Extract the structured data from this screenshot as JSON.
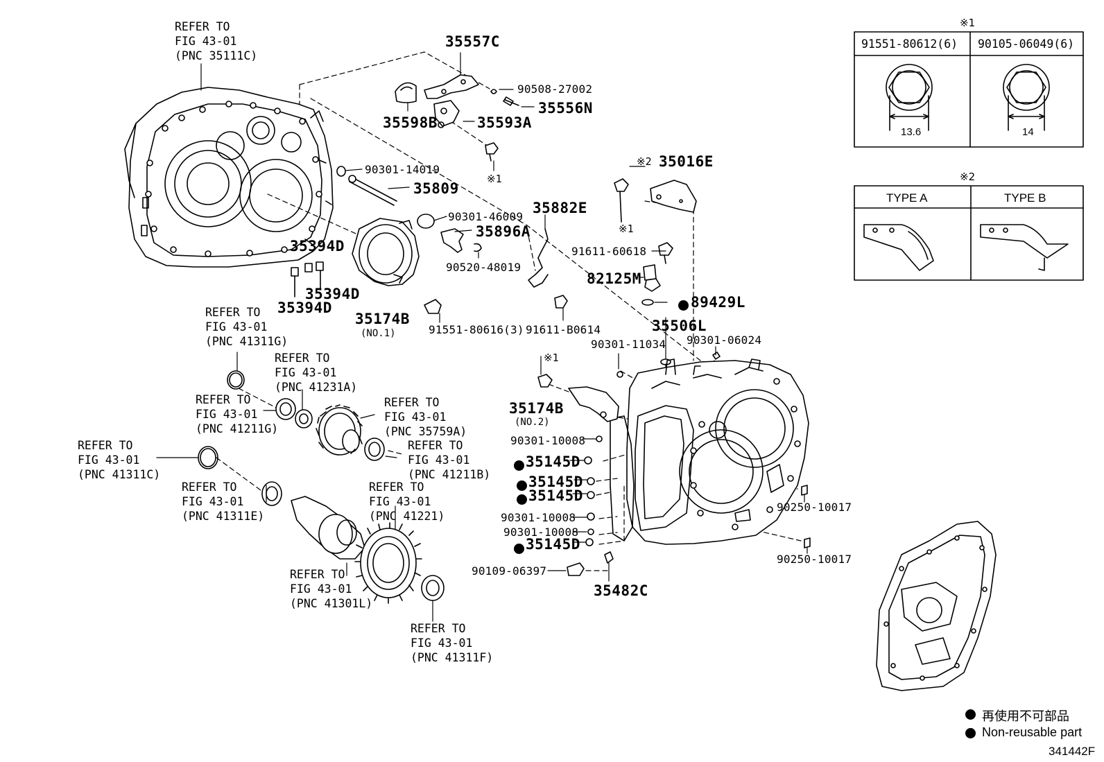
{
  "parts": {
    "p35557C": "35557C",
    "p90508": "90508-27002",
    "p35556N": "35556N",
    "p35598B": "35598B",
    "p35593A": "35593A",
    "mark1a": "※1",
    "p90301_14019": "90301-14019",
    "p35809": "35809",
    "p90301_46009": "90301-46009",
    "p35896A": "35896A",
    "p90520": "90520-48019",
    "p35882E": "35882E",
    "mark2_35016E": "※2",
    "p35016E": "35016E",
    "mark1b": "※1",
    "p91611_60618": "91611-60618",
    "p82125M": "82125M",
    "p89429L": "89429L",
    "p35394D_a": "35394D",
    "p35394D_b": "35394D",
    "p35394D_c": "35394D",
    "p35174B": "35174B",
    "p35174B_no1": "(NO.1)",
    "p91551_80616": "91551-80616(3)",
    "p91611_B0614": "91611-B0614",
    "p35506L": "35506L",
    "p90301_11034": "90301-11034",
    "p90301_06024": "90301-06024",
    "mark1c": "※1",
    "p35174B2": "35174B",
    "p35174B_no2": "(NO.2)",
    "p90301_10008_a": "90301-10008",
    "p35145D_a": "35145D",
    "p35145D_b": "35145D",
    "p35145D_c": "35145D",
    "p90301_10008_b": "90301-10008",
    "p90301_10008_c": "90301-10008",
    "p35145D_d": "35145D",
    "p90109": "90109-06397",
    "p35482C": "35482C",
    "p90250_a": "90250-10017",
    "p90250_b": "90250-10017"
  },
  "refs": {
    "r35111C": "REFER TO\nFIG 43-01\n(PNC 35111C)",
    "r41311G": "REFER TO\nFIG 43-01\n(PNC 41311G)",
    "r41231A": "REFER TO\nFIG 43-01\n(PNC 41231A)",
    "r41211G": "REFER TO\nFIG 43-01\n(PNC 41211G)",
    "r35759A": "REFER TO\nFIG 43-01\n(PNC 35759A)",
    "r41211B": "REFER TO\nFIG 43-01\n(PNC 41211B)",
    "r41311C": "REFER TO\nFIG 43-01\n(PNC 41311C)",
    "r41311E": "REFER TO\nFIG 43-01\n(PNC 41311E)",
    "r41221": "REFER TO\nFIG 43-01\n(PNC 41221)",
    "r41301L": "REFER TO\nFIG 43-01\n(PNC 41301L)",
    "r41311F": "REFER TO\nFIG 43-01\n(PNC 41311F)"
  },
  "table1": {
    "mark": "※1",
    "col1": "91551-80612(6)",
    "col2": "90105-06049(6)",
    "dim1": "13.6",
    "dim2": "14"
  },
  "table2": {
    "mark": "※2",
    "col1": "TYPE A",
    "col2": "TYPE B"
  },
  "legend": {
    "jp": "再使用不可部品",
    "en": "Non-reusable part"
  },
  "figure_number": "341442F"
}
